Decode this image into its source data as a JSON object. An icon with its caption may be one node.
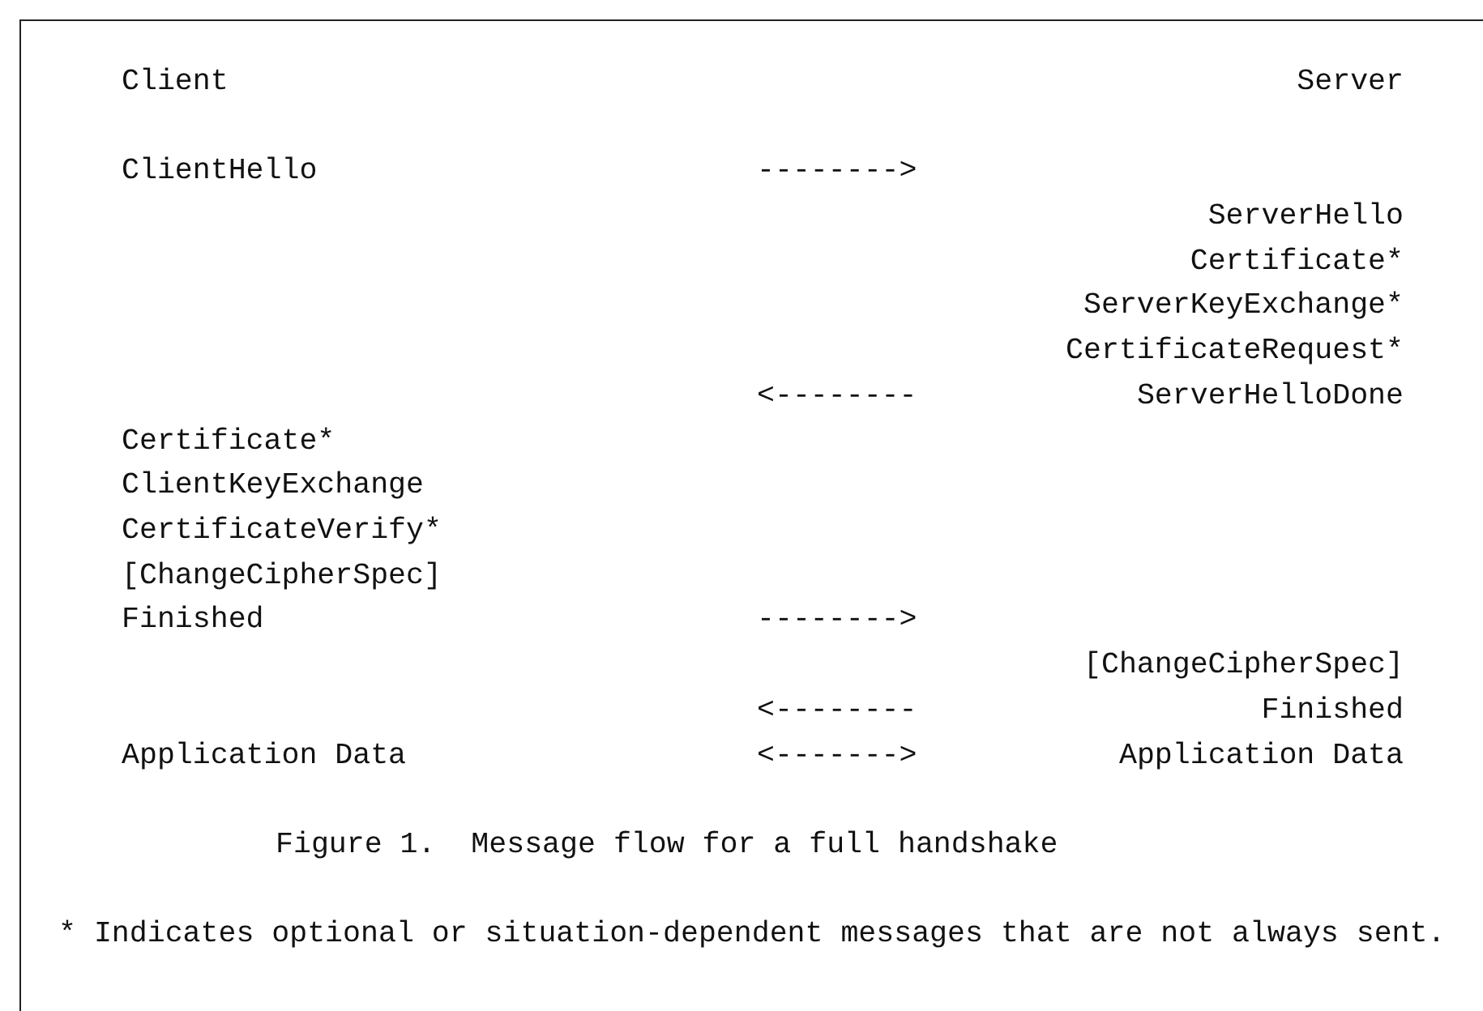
{
  "diagram": {
    "caption": "Figure 1.  Message flow for a full handshake",
    "nodes": [
      {
        "text": [
          "ClientHello"
        ]
      },
      {
        "text": [
          "ServerHello",
          "Certificate*",
          "ServerKeyExchange*",
          "CertificateRequest*",
          "ServerHelloDone"
        ]
      },
      {
        "text": [
          "Certificate*",
          "ClientKeyExchange",
          "CertificateVerify*",
          "[ChangeCipherSpec]",
          "Finished"
        ]
      },
      {
        "text": [
          "[ChangeCipherSpec]",
          "Finished"
        ]
      },
      {
        "text": [
          "Application Data"
        ]
      },
      {
        "text": [
          "Application Data"
        ]
      }
    ],
    "labels": [
      "Client",
      "Server",
      "-------->",
      "<--------",
      "-------->",
      "<--------",
      "<------->",
      "* Indicates optional or situation-dependent messages that are not always sent."
    ]
  }
}
